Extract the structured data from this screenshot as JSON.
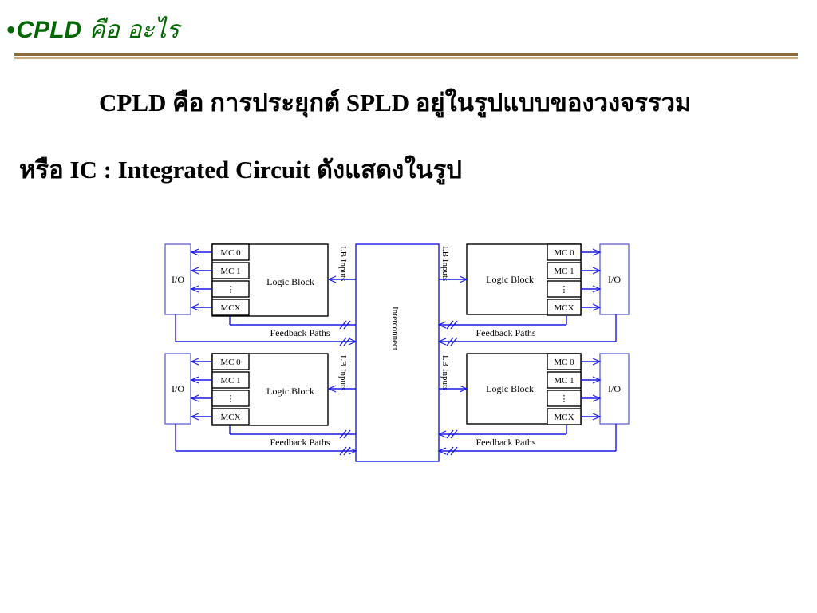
{
  "title": {
    "bullet": "•",
    "prefix": "CPLD",
    "rest": " คือ อะไร"
  },
  "body": {
    "line1": "CPLD คือ การประยุกต์ SPLD อยู่ในรูปแบบของวงจรรวม",
    "line2": "หรือ IC : Integrated Circuit  ดังแสดงในรูป"
  },
  "diagram": {
    "io_label": "I/O",
    "macrocells": [
      "MC 0",
      "MC 1",
      "⋮",
      "MCX"
    ],
    "macrocells_right": [
      "MC 0",
      "MC 1",
      "⋮",
      "MCX"
    ],
    "logic_block_label": "Logic Block",
    "lb_inputs_label": "LB Inputs",
    "feedback_label": "Feedback Paths",
    "interconnect_label": "Interconnect"
  },
  "colors": {
    "title": "#006600",
    "rule": "#8b6b3d",
    "wire": "#1a1ae6",
    "text": "#000000"
  }
}
